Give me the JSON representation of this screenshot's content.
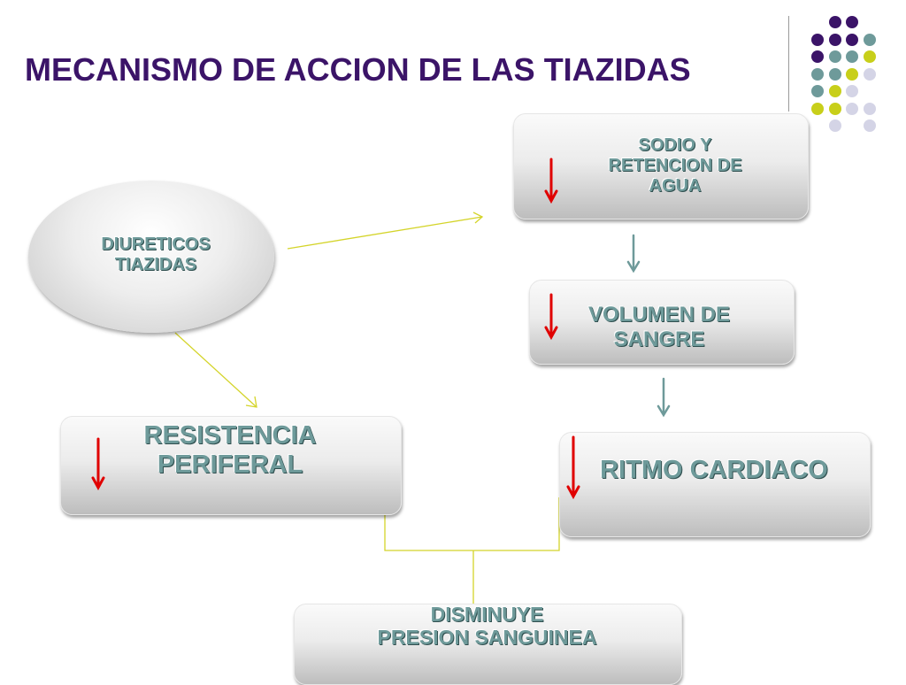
{
  "slide": {
    "title": "MECANISMO DE ACCION DE LAS TIAZIDAS"
  },
  "nodes": {
    "diureticos": {
      "line1": "DIURETICOS",
      "line2": "TIAZIDAS"
    },
    "sodio": {
      "line1": "SODIO Y",
      "line2": "RETENCION DE",
      "line3": "AGUA"
    },
    "volumen": {
      "line1": "VOLUMEN DE",
      "line2": "SANGRE"
    },
    "resistencia": {
      "line1": "RESISTENCIA",
      "line2": "PERIFERAL"
    },
    "ritmo": {
      "line1": "RITMO CARDIACO"
    },
    "disminuye": {
      "line1": "DISMINUYE",
      "line2": "PRESION SANGUINEA"
    }
  },
  "colors": {
    "title": "#3b1468",
    "label": "#6e9a9a",
    "decrease_arrow": "#e00000",
    "flow_arrow": "#6e9a9a",
    "connector": "#d4d42a",
    "dot_purple": "#3b1468",
    "dot_teal": "#6e9a9a",
    "dot_yellow": "#c8cf1a",
    "dot_lavender": "#d4d4e6"
  },
  "icons": {
    "decrease": "red-down-arrow-icon",
    "flow": "teal-down-arrow-icon"
  }
}
